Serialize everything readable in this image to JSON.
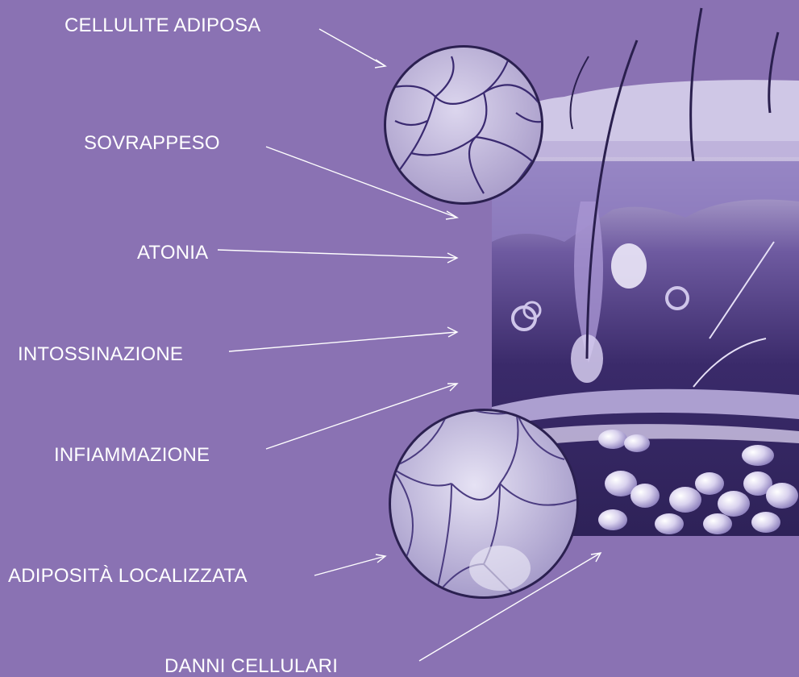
{
  "background_color": "#8a72b3",
  "labels": {
    "cellulite_adiposa": "CELLULITE ADIPOSA",
    "sovrappeso": "SOVRAPPESO",
    "atonia": "ATONIA",
    "intossinazione": "INTOSSINAZIONE",
    "infiammazione": "INFIAMMAZIONE",
    "adiposita_localizzata": "ADIPOSITÀ LOCALIZZATA",
    "danni_cellulari": "DANNI CELLULARI"
  },
  "illustration": {
    "subject": "skin-cross-section",
    "magnifier_top": "cracked-skin-texture",
    "magnifier_bottom": "fat-cells-closeup"
  }
}
